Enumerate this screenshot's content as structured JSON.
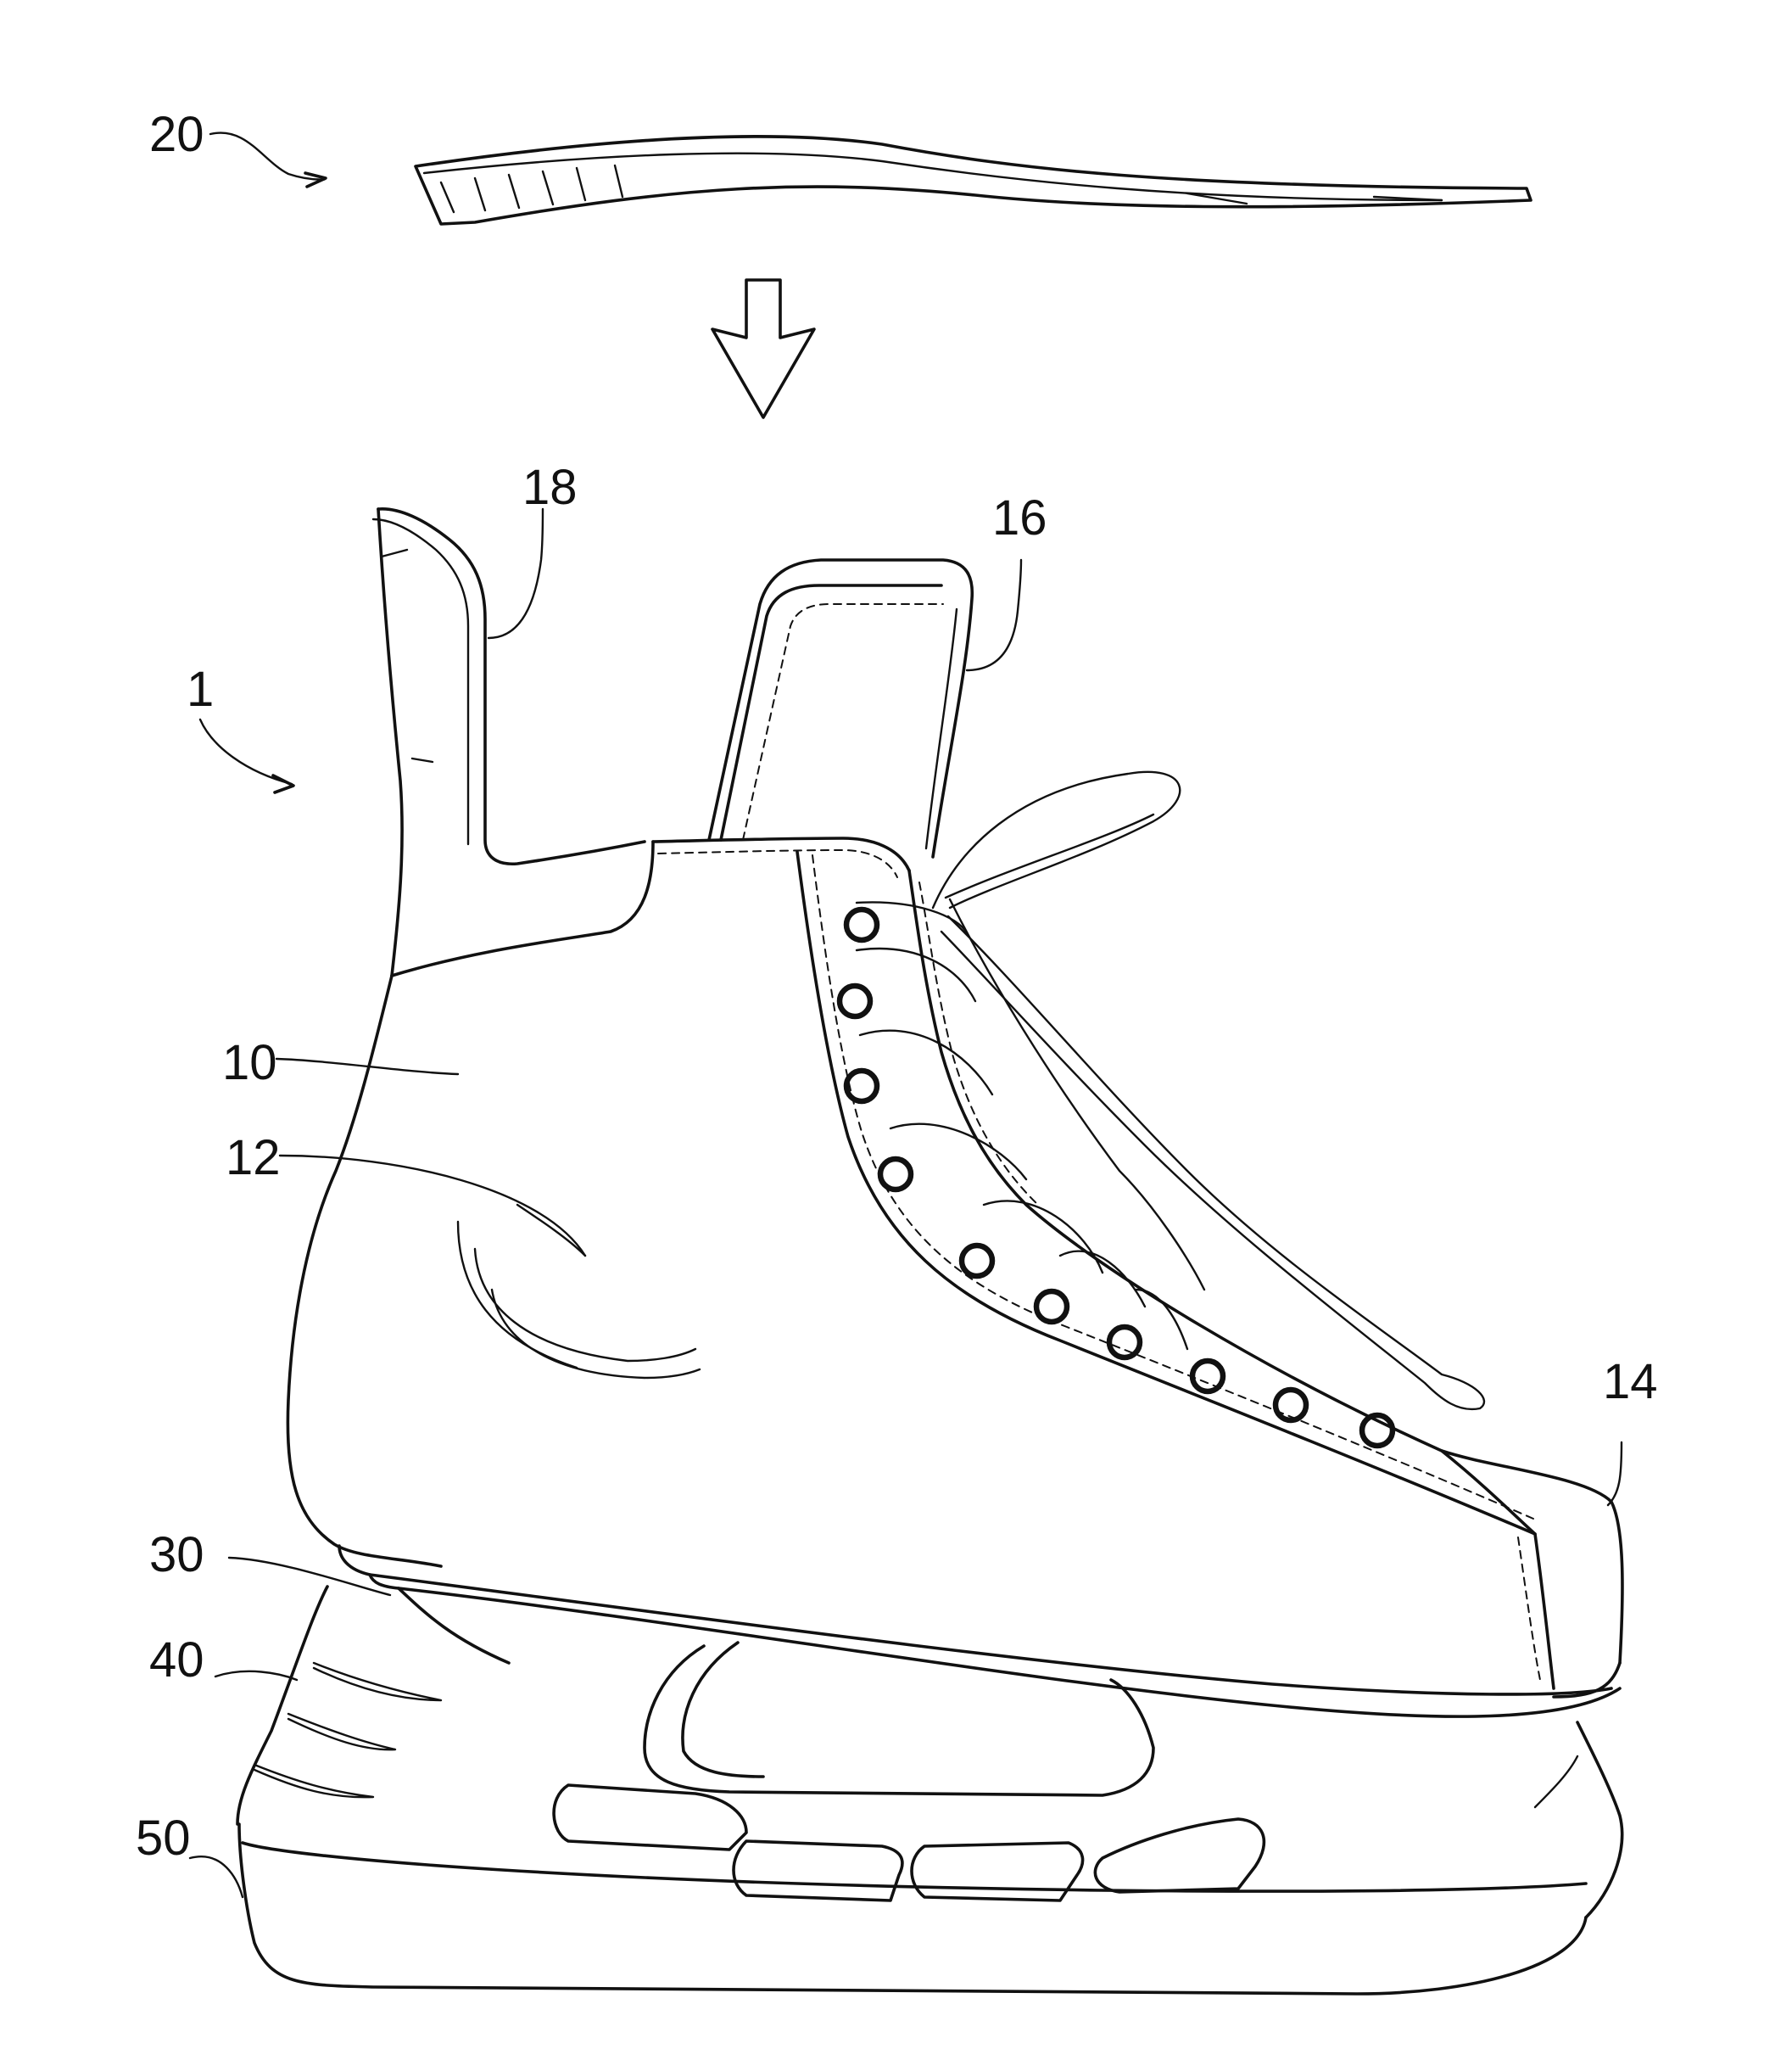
{
  "figure": {
    "labels": {
      "insole": "20",
      "skate": "1",
      "boot": "10",
      "side_wall": "12",
      "tendon_guard": "18",
      "tongue": "16",
      "toe_cap": "14",
      "outsole": "30",
      "holder": "40",
      "blade": "50"
    },
    "colors": {
      "line": "#111111",
      "background": "#ffffff"
    }
  }
}
